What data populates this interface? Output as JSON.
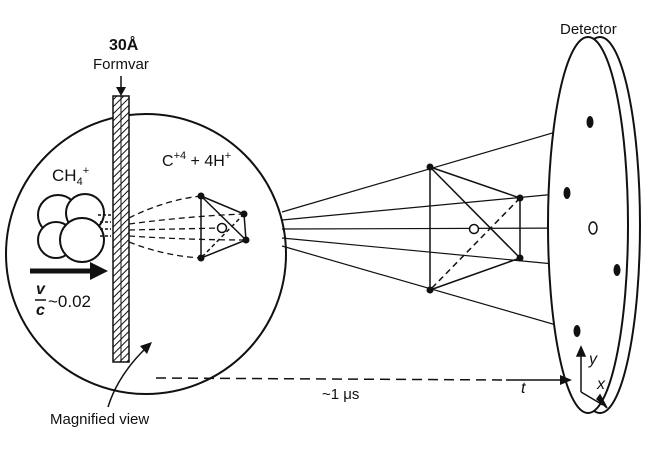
{
  "labels": {
    "foil_thickness": "30Å",
    "foil_material": "Formvar",
    "detector": "Detector",
    "molecule_main": "CH",
    "molecule_sub": "4",
    "molecule_sup": "+",
    "fragments_main": "C",
    "fragments_sup1": "+4",
    "fragments_mid": " + 4H",
    "fragments_sup2": "+",
    "velocity_num": "v",
    "velocity_den": "c",
    "velocity_value": "~0.02",
    "magnified_view": "Magnified view",
    "time_of_flight": "~1 μs",
    "axis_t": "t",
    "axis_x": "x",
    "axis_y": "y"
  },
  "colors": {
    "ink": "#111111",
    "background": "#ffffff"
  }
}
